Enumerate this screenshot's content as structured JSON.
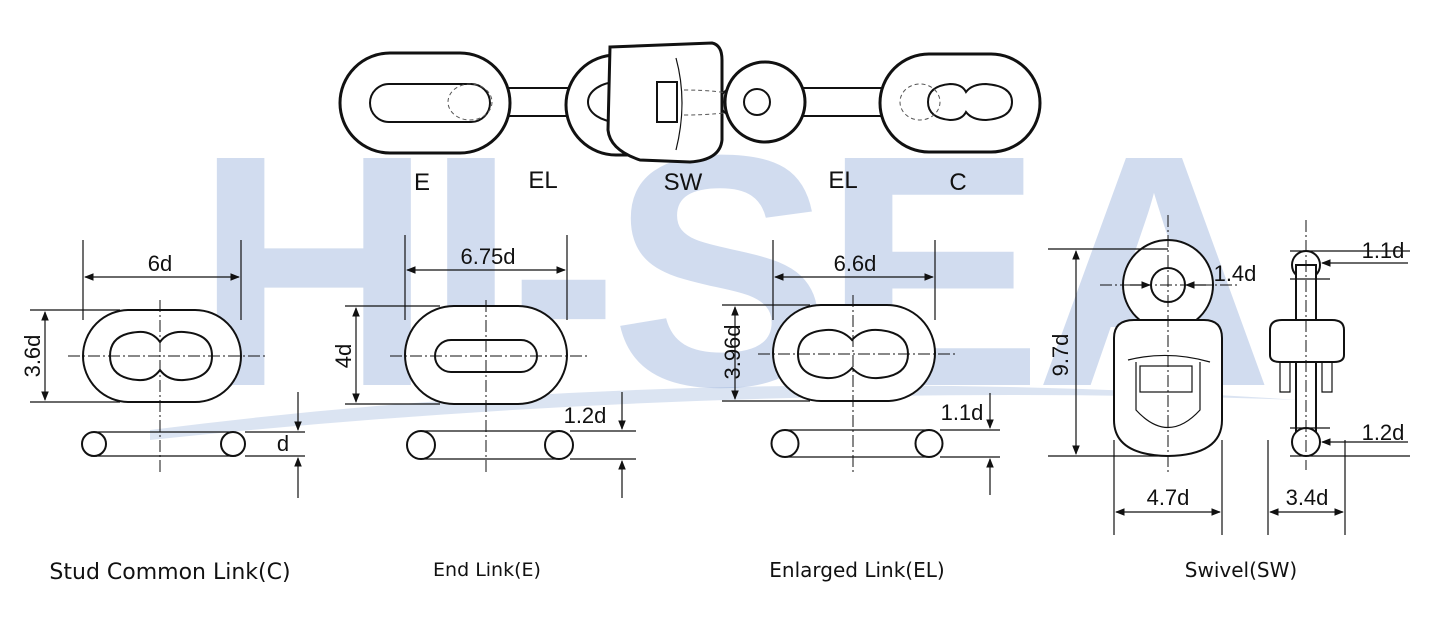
{
  "watermark": {
    "text": "HI-SEA",
    "color": "#5b83c4"
  },
  "assembly": {
    "labels": [
      "E",
      "EL",
      "SW",
      "EL",
      "C"
    ]
  },
  "stud_common_link": {
    "caption": "Stud Common Link(C)",
    "width_dim": "6d",
    "height_dim": "3.6d",
    "diameter_dim": "d"
  },
  "end_link": {
    "caption": "End Link(E)",
    "width_dim": "6.75d",
    "height_dim": "4d",
    "diameter_dim": "1.2d"
  },
  "enlarged_link": {
    "caption": "Enlarged Link(EL)",
    "width_dim": "6.6d",
    "height_dim": "3.96d",
    "diameter_dim": "1.1d"
  },
  "swivel": {
    "caption": "Swivel(SW)",
    "height_dim": "9.7d",
    "eye_dim": "1.4d",
    "top_dim": "1.1d",
    "bottom_dim": "1.2d",
    "front_width_dim": "4.7d",
    "side_width_dim": "3.4d"
  }
}
